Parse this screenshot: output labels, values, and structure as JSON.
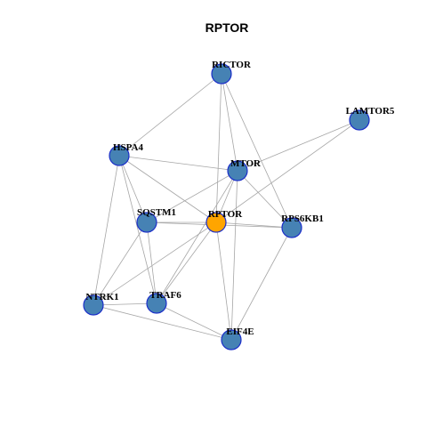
{
  "title": "RPTOR",
  "colors": {
    "default_node": "#4682b4",
    "focus_node": "#ffa500",
    "node_border": "#1c2fc9",
    "edge": "#a6a6a6"
  },
  "focus": "RPTOR",
  "nodes": [
    {
      "id": "RICTOR"
    },
    {
      "id": "LAMTOR5"
    },
    {
      "id": "HSPA4"
    },
    {
      "id": "MTOR"
    },
    {
      "id": "SQSTM1"
    },
    {
      "id": "RPTOR"
    },
    {
      "id": "RPS6KB1"
    },
    {
      "id": "NTRK1"
    },
    {
      "id": "TRAF6"
    },
    {
      "id": "EIF4E"
    }
  ],
  "edges": [
    [
      "RICTOR",
      "HSPA4"
    ],
    [
      "RICTOR",
      "MTOR"
    ],
    [
      "RICTOR",
      "RPTOR"
    ],
    [
      "RICTOR",
      "RPS6KB1"
    ],
    [
      "LAMTOR5",
      "MTOR"
    ],
    [
      "LAMTOR5",
      "RPTOR"
    ],
    [
      "HSPA4",
      "MTOR"
    ],
    [
      "HSPA4",
      "SQSTM1"
    ],
    [
      "HSPA4",
      "RPTOR"
    ],
    [
      "HSPA4",
      "NTRK1"
    ],
    [
      "HSPA4",
      "TRAF6"
    ],
    [
      "MTOR",
      "SQSTM1"
    ],
    [
      "MTOR",
      "RPTOR"
    ],
    [
      "MTOR",
      "RPS6KB1"
    ],
    [
      "MTOR",
      "TRAF6"
    ],
    [
      "MTOR",
      "EIF4E"
    ],
    [
      "SQSTM1",
      "RPTOR"
    ],
    [
      "SQSTM1",
      "RPS6KB1"
    ],
    [
      "SQSTM1",
      "NTRK1"
    ],
    [
      "SQSTM1",
      "TRAF6"
    ],
    [
      "RPTOR",
      "RPS6KB1"
    ],
    [
      "RPTOR",
      "NTRK1"
    ],
    [
      "RPTOR",
      "TRAF6"
    ],
    [
      "RPTOR",
      "EIF4E"
    ],
    [
      "RPS6KB1",
      "EIF4E"
    ],
    [
      "NTRK1",
      "TRAF6"
    ],
    [
      "NTRK1",
      "EIF4E"
    ],
    [
      "TRAF6",
      "EIF4E"
    ]
  ]
}
